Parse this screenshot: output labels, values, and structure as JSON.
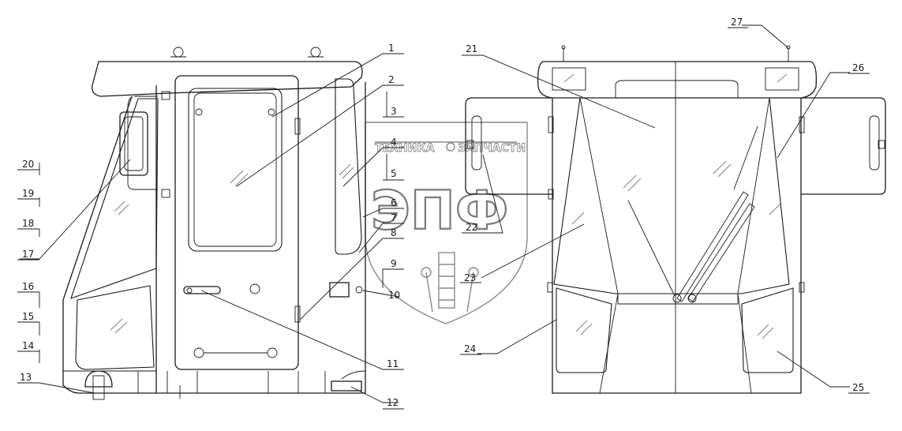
{
  "callouts": [
    "1",
    "2",
    "3",
    "4",
    "5",
    "6",
    "7",
    "8",
    "9",
    "10",
    "11",
    "12",
    "13",
    "14",
    "15",
    "16",
    "17",
    "18",
    "19",
    "20",
    "21",
    "22",
    "23",
    "24",
    "25",
    "26",
    "27"
  ],
  "watermark": {
    "line1_left": "ТЕХНИКА",
    "line1_right": "ЗАПЧАСТИ",
    "logo": "ЭПФ"
  }
}
